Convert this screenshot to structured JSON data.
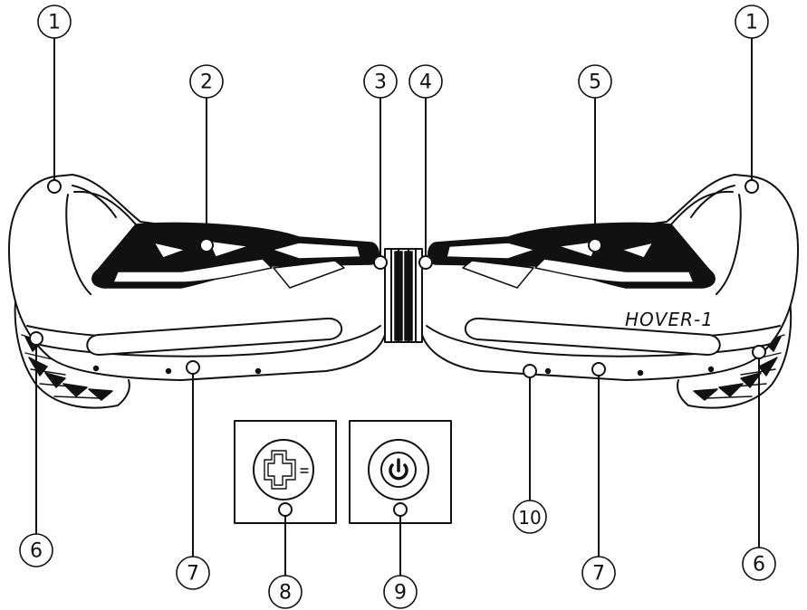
{
  "brand": "HOVER-1",
  "callouts": [
    {
      "id": "c1-left",
      "label": "1"
    },
    {
      "id": "c1-right",
      "label": "1"
    },
    {
      "id": "c2",
      "label": "2"
    },
    {
      "id": "c3",
      "label": "3"
    },
    {
      "id": "c4",
      "label": "4"
    },
    {
      "id": "c5",
      "label": "5"
    },
    {
      "id": "c6-left",
      "label": "6"
    },
    {
      "id": "c6-right",
      "label": "6"
    },
    {
      "id": "c7-left",
      "label": "7"
    },
    {
      "id": "c7-right",
      "label": "7"
    },
    {
      "id": "c8",
      "label": "8"
    },
    {
      "id": "c9",
      "label": "9"
    },
    {
      "id": "c10",
      "label": "10"
    }
  ]
}
